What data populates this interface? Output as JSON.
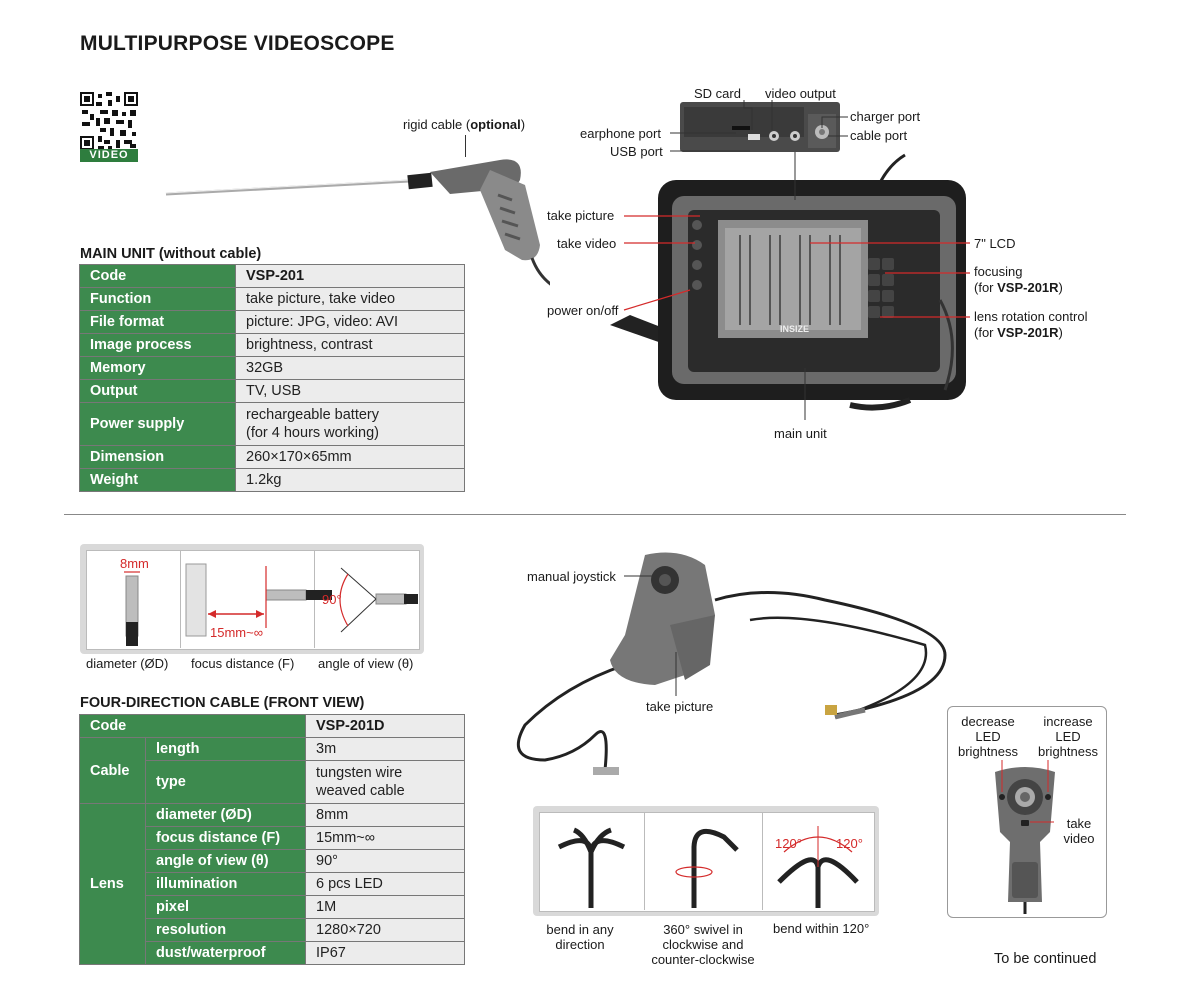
{
  "title": "MULTIPURPOSE VIDEOSCOPE",
  "qr_badge": "VIDEO",
  "main_unit": {
    "section_title": "MAIN UNIT (without cable)",
    "rows": [
      {
        "key": "Code",
        "value": "VSP-201"
      },
      {
        "key": "Function",
        "value": "take picture, take video"
      },
      {
        "key": "File format",
        "value": "picture: JPG, video: AVI"
      },
      {
        "key": "Image process",
        "value": "brightness, contrast"
      },
      {
        "key": "Memory",
        "value": "32GB"
      },
      {
        "key": "Output",
        "value": "TV, USB"
      },
      {
        "key": "Power supply",
        "value": "rechargeable battery",
        "value2": "(for 4 hours working)"
      },
      {
        "key": "Dimension",
        "value": "260×170×65mm"
      },
      {
        "key": "Weight",
        "value": "1.2kg"
      }
    ]
  },
  "device_labels": {
    "rigid_cable": "rigid cable (",
    "rigid_cable_bold": "optional",
    "rigid_cable_end": ")",
    "sd_card": "SD card",
    "video_output": "video output",
    "charger_port": "charger port",
    "cable_port": "cable port",
    "earphone_port": "earphone port",
    "usb_port": "USB port",
    "take_picture": "take picture",
    "take_video": "take video",
    "power": "power on/off",
    "lcd": "7\" LCD",
    "focusing": "focusing",
    "focusing_for": "(for ",
    "focusing_model": "VSP-201R",
    "focusing_end": ")",
    "lens_rotation": "lens rotation control",
    "lens_for": "(for ",
    "lens_model": "VSP-201R",
    "lens_end": ")",
    "main_unit": "main unit",
    "screen_brand": "INSIZE"
  },
  "lens_diagram": {
    "dim_8mm": "8mm",
    "dim_15mm": "15mm~∞",
    "dim_90": "90°",
    "cap_diameter": "diameter (ØD)",
    "cap_focus": "focus distance (F)",
    "cap_angle": "angle of view (θ)"
  },
  "cable": {
    "section_title": "FOUR-DIRECTION CABLE (FRONT VIEW)",
    "code_key": "Code",
    "code_value": "VSP-201D",
    "group_cable": "Cable",
    "group_lens": "Lens",
    "cable_rows": [
      {
        "key": "length",
        "value": "3m"
      },
      {
        "key": "type",
        "value": "tungsten wire",
        "value2": "weaved cable"
      }
    ],
    "lens_rows": [
      {
        "key": "diameter (ØD)",
        "value": "8mm"
      },
      {
        "key": "focus distance (F)",
        "value": "15mm~∞"
      },
      {
        "key": "angle of view (θ)",
        "value": "90°"
      },
      {
        "key": "illumination",
        "value": "6 pcs LED"
      },
      {
        "key": "pixel",
        "value": "1M"
      },
      {
        "key": "resolution",
        "value": "1280×720"
      },
      {
        "key": "dust/waterproof",
        "value": "IP67"
      }
    ]
  },
  "handle_labels": {
    "joystick": "manual joystick",
    "take_picture": "take picture"
  },
  "bend": {
    "cap1": "bend in any direction",
    "cap1a": "bend in any",
    "cap1b": "direction",
    "cap2a": "360° swivel in",
    "cap2b": "clockwise and",
    "cap2c": "counter-clockwise",
    "cap3": "bend within 120°",
    "angle_left": "120°",
    "angle_right": "120°"
  },
  "led_box": {
    "decrease_a": "decrease",
    "decrease_b": "LED",
    "decrease_c": "brightness",
    "increase_a": "increase",
    "increase_b": "LED",
    "increase_c": "brightness",
    "take_video_a": "take",
    "take_video_b": "video"
  },
  "footer": "To be continued",
  "colors": {
    "green": "#3d8a4e",
    "red": "#d42a2a",
    "cell": "#ececec"
  }
}
